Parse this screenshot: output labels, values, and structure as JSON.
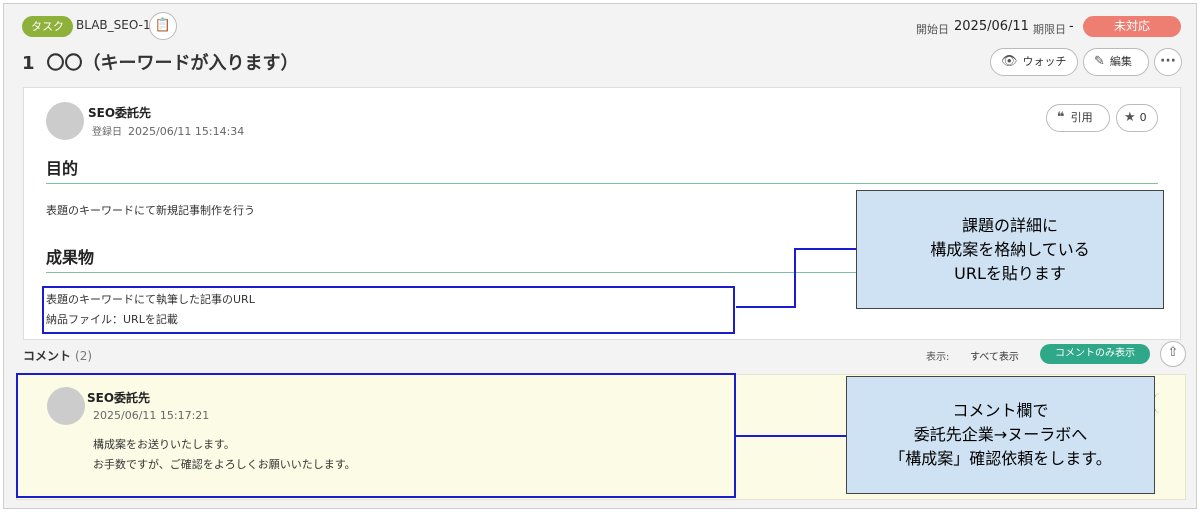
{
  "task": {
    "type_label": "タスク",
    "key": "BLAB_SEO-1",
    "summary_number": "1",
    "summary": "〇〇（キーワードが入ります）",
    "start_label": "開始日",
    "start_date": "2025/06/11",
    "due_label": "期限日",
    "due_value": "-",
    "status": "未対応"
  },
  "actions": {
    "watch": "ウォッチ",
    "edit": "編集"
  },
  "description": {
    "author": "SEO委託先",
    "registered_label": "登録日",
    "registered_at": "2025/06/11 15:14:34",
    "quote_label": "引用",
    "star_count": "0",
    "sections": [
      {
        "heading": "目的",
        "lines": [
          "表題のキーワードにて新規記事制作を行う"
        ]
      },
      {
        "heading": "成果物",
        "lines": [
          "表題のキーワードにて執筆した記事のURL",
          "納品ファイル：URLを記載"
        ]
      }
    ]
  },
  "comments_bar": {
    "label": "コメント",
    "count": "(2)",
    "display_label": "表示:",
    "show_all": "すべて表示",
    "show_comments_only": "コメントのみ表示"
  },
  "comment": {
    "author": "SEO委託先",
    "time": "2025/06/11 15:17:21",
    "lines": [
      "構成案をお送りいたします。",
      "お手数ですが、ご確認をよろしくお願いいたします。"
    ]
  },
  "callouts": [
    {
      "lines": [
        "課題の詳細に",
        "構成案を格納している",
        "URLを貼ります"
      ]
    },
    {
      "lines": [
        "コメント欄で",
        "委託先企業→ヌーラボへ",
        "「構成案」確認依頼をします。"
      ]
    }
  ],
  "colors": {
    "type_badge": "#8db13a",
    "status_badge": "#ee7d72",
    "accent_green": "#2fa88a",
    "highlight_blue": "#1b1bd0",
    "callout_bg": "#cfe2f3",
    "comment_bg": "#fbfbe6"
  },
  "icons": {
    "copy": "clipboard-icon",
    "watch": "eye-icon",
    "edit": "pencil-icon",
    "more": "ellipsis-icon",
    "quote": "quote-icon",
    "star": "star-icon",
    "upload": "upload-icon"
  }
}
